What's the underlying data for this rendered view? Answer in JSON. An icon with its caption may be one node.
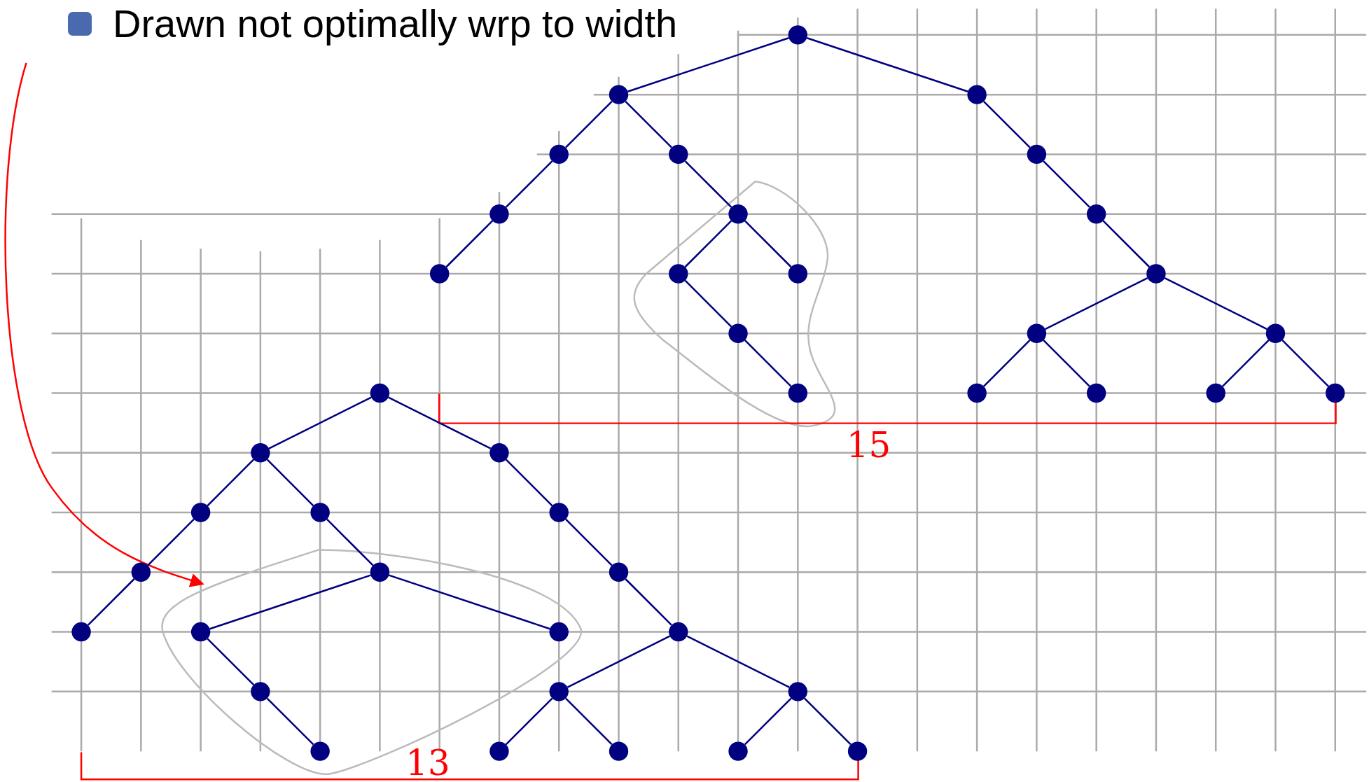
{
  "diagram": {
    "nodes": [
      {
        "text": [],
        "shape": "circle"
      },
      {
        "text": [],
        "shape": "circle"
      },
      {
        "text": [],
        "shape": "circle"
      },
      {
        "text": [],
        "shape": "circle"
      },
      {
        "text": [],
        "shape": "circle"
      },
      {
        "text": [],
        "shape": "circle"
      },
      {
        "text": [],
        "shape": "circle"
      },
      {
        "text": [],
        "shape": "circle"
      },
      {
        "text": [],
        "shape": "circle"
      },
      {
        "text": [],
        "shape": "circle"
      },
      {
        "text": [],
        "shape": "circle"
      },
      {
        "text": [],
        "shape": "circle"
      },
      {
        "text": [],
        "shape": "circle"
      },
      {
        "text": [],
        "shape": "circle"
      },
      {
        "text": [],
        "shape": "circle"
      },
      {
        "text": [],
        "shape": "circle"
      },
      {
        "text": [],
        "shape": "circle"
      },
      {
        "text": [],
        "shape": "circle"
      },
      {
        "text": [],
        "shape": "circle"
      },
      {
        "text": [],
        "shape": "circle"
      },
      {
        "text": [],
        "shape": "circle"
      },
      {
        "text": [],
        "shape": "circle"
      },
      {
        "text": [],
        "shape": "circle"
      },
      {
        "text": [],
        "shape": "circle"
      },
      {
        "text": [],
        "shape": "circle"
      },
      {
        "text": [],
        "shape": "circle"
      },
      {
        "text": [],
        "shape": "circle"
      },
      {
        "text": [],
        "shape": "circle"
      },
      {
        "text": [],
        "shape": "circle"
      },
      {
        "text": [],
        "shape": "circle"
      },
      {
        "text": [],
        "shape": "circle"
      },
      {
        "text": [],
        "shape": "circle"
      },
      {
        "text": [],
        "shape": "circle"
      },
      {
        "text": [],
        "shape": "circle"
      },
      {
        "text": [],
        "shape": "circle"
      },
      {
        "text": [],
        "shape": "circle"
      },
      {
        "text": [],
        "shape": "circle"
      },
      {
        "text": [],
        "shape": "circle"
      },
      {
        "text": [],
        "shape": "circle"
      },
      {
        "text": [],
        "shape": "circle"
      },
      {
        "text": [],
        "shape": "circle"
      },
      {
        "text": [],
        "shape": "circle"
      }
    ],
    "edges": [
      {
        "from": 0,
        "to": 1,
        "arrow": "none"
      },
      {
        "from": 0,
        "to": 2,
        "arrow": "none"
      },
      {
        "from": 1,
        "to": 3,
        "arrow": "none"
      },
      {
        "from": 1,
        "to": 4,
        "arrow": "none"
      },
      {
        "from": 3,
        "to": 6,
        "arrow": "none"
      },
      {
        "from": 6,
        "to": 9,
        "arrow": "none"
      },
      {
        "from": 4,
        "to": 7,
        "arrow": "none"
      },
      {
        "from": 7,
        "to": 10,
        "arrow": "none"
      },
      {
        "from": 7,
        "to": 11,
        "arrow": "none"
      },
      {
        "from": 10,
        "to": 13,
        "arrow": "none"
      },
      {
        "from": 13,
        "to": 17,
        "arrow": "none"
      },
      {
        "from": 2,
        "to": 5,
        "arrow": "none"
      },
      {
        "from": 5,
        "to": 8,
        "arrow": "none"
      },
      {
        "from": 8,
        "to": 12,
        "arrow": "none"
      },
      {
        "from": 12,
        "to": 14,
        "arrow": "none"
      },
      {
        "from": 12,
        "to": 15,
        "arrow": "none"
      },
      {
        "from": 14,
        "to": 18,
        "arrow": "none"
      },
      {
        "from": 14,
        "to": 19,
        "arrow": "none"
      },
      {
        "from": 15,
        "to": 20,
        "arrow": "none"
      },
      {
        "from": 15,
        "to": 21,
        "arrow": "none"
      },
      {
        "from": 16,
        "to": 22,
        "arrow": "none"
      },
      {
        "from": 16,
        "to": 23,
        "arrow": "none"
      },
      {
        "from": 22,
        "to": 24,
        "arrow": "none"
      },
      {
        "from": 22,
        "to": 25,
        "arrow": "none"
      },
      {
        "from": 24,
        "to": 27,
        "arrow": "none"
      },
      {
        "from": 27,
        "to": 30,
        "arrow": "none"
      },
      {
        "from": 25,
        "to": 28,
        "arrow": "none"
      },
      {
        "from": 28,
        "to": 31,
        "arrow": "none"
      },
      {
        "from": 28,
        "to": 32,
        "arrow": "none"
      },
      {
        "from": 31,
        "to": 34,
        "arrow": "none"
      },
      {
        "from": 34,
        "to": 37,
        "arrow": "none"
      },
      {
        "from": 23,
        "to": 26,
        "arrow": "none"
      },
      {
        "from": 26,
        "to": 29,
        "arrow": "none"
      },
      {
        "from": 29,
        "to": 33,
        "arrow": "none"
      },
      {
        "from": 33,
        "to": 35,
        "arrow": "none"
      },
      {
        "from": 33,
        "to": 36,
        "arrow": "none"
      },
      {
        "from": 35,
        "to": 38,
        "arrow": "none"
      },
      {
        "from": 35,
        "to": 39,
        "arrow": "none"
      },
      {
        "from": 36,
        "to": 40,
        "arrow": "none"
      },
      {
        "from": 36,
        "to": 41,
        "arrow": "none"
      }
    ],
    "labels": [
      "15",
      "13"
    ],
    "legend": [
      {
        "text": "Drawn not optimally wrp to width",
        "color": "#4a6ab0"
      }
    ]
  }
}
